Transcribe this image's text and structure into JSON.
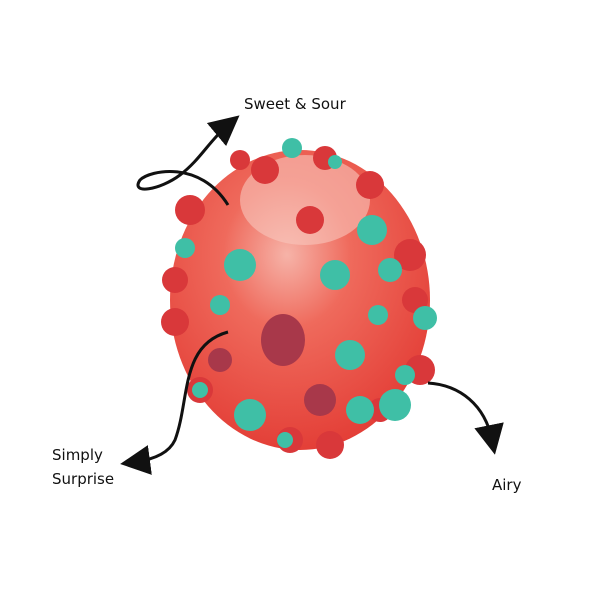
{
  "labels": {
    "sweet_sour": "Sweet & Sour",
    "simply_line1": "Simply",
    "simply_line2": "Surprise",
    "airy": "Airy"
  },
  "colors": {
    "candy_body": "#ec4a3e",
    "candy_highlight": "#f4a79c",
    "candy_bump_red": "#d9383a",
    "candy_bump_dark": "#a8384a",
    "candy_bump_teal": "#3fbfa6",
    "arrow": "#111111"
  }
}
